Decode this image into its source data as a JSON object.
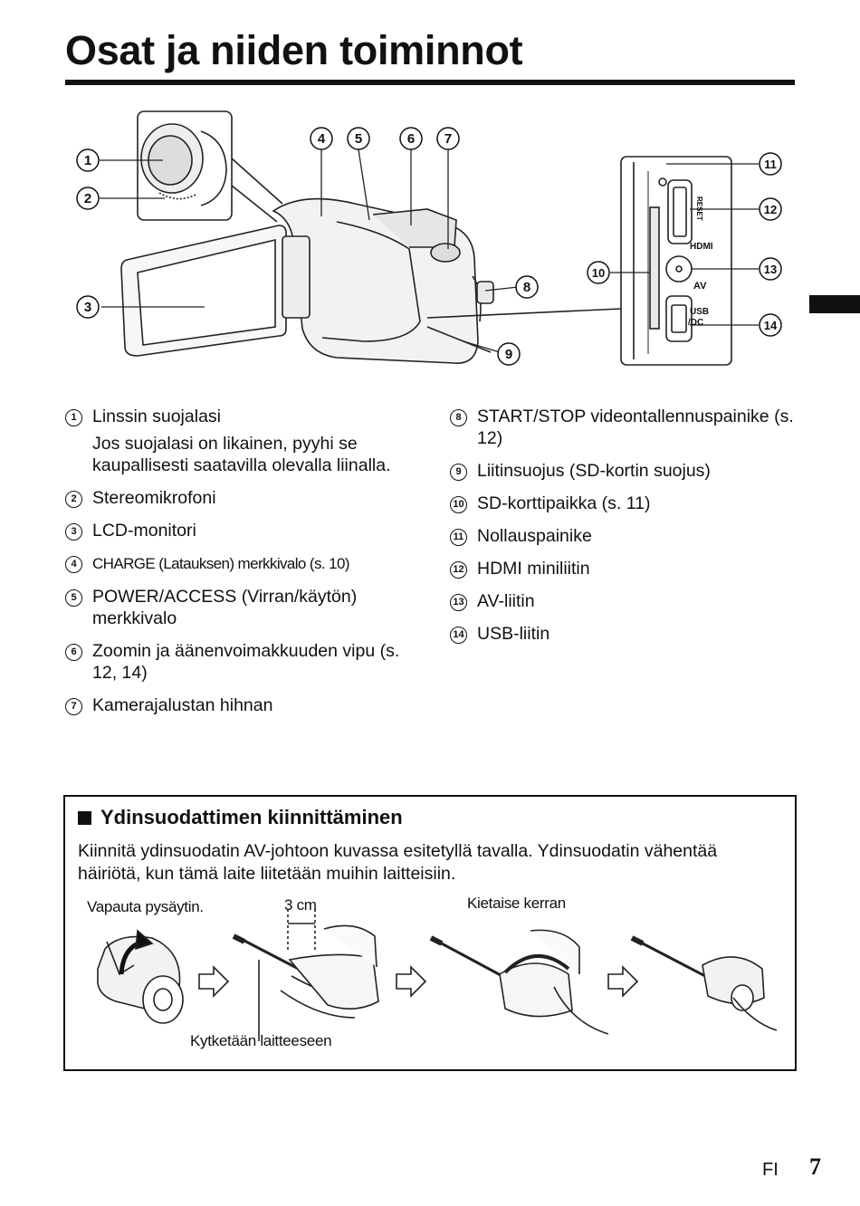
{
  "page": {
    "title": "Osat ja niiden toiminnot",
    "language": "FI",
    "number": "7"
  },
  "diagram": {
    "callouts": [
      "1",
      "2",
      "3",
      "4",
      "5",
      "6",
      "7",
      "8",
      "9",
      "10",
      "11",
      "12",
      "13",
      "14"
    ],
    "panel_labels": {
      "reset": "RESET",
      "hdmi": "HDMI",
      "av": "AV",
      "usb": "USB",
      "dc": "/DC"
    }
  },
  "parts_left": [
    {
      "num": "1",
      "label": "Linssin suojalasi",
      "note": "Jos suojalasi on likainen, pyyhi se kaupallisesti saatavilla olevalla liinalla."
    },
    {
      "num": "2",
      "label": "Stereomikrofoni"
    },
    {
      "num": "3",
      "label": "LCD-monitori"
    },
    {
      "num": "4",
      "label": "CHARGE (Latauksen) merkkivalo (s. 10)"
    },
    {
      "num": "5",
      "label": "POWER/ACCESS (Virran/käytön) merkkivalo"
    },
    {
      "num": "6",
      "label": "Zoomin ja äänenvoimakkuuden vipu (s. 12, 14)"
    },
    {
      "num": "7",
      "label": "Kamerajalustan hihnan"
    }
  ],
  "parts_right": [
    {
      "num": "8",
      "label": "START/STOP videontallennuspainike (s. 12)"
    },
    {
      "num": "9",
      "label": "Liitinsuojus (SD-kortin suojus)"
    },
    {
      "num": "10",
      "label": "SD-korttipaikka (s. 11)"
    },
    {
      "num": "11",
      "label": "Nollauspainike"
    },
    {
      "num": "12",
      "label": "HDMI miniliitin"
    },
    {
      "num": "13",
      "label": "AV-liitin"
    },
    {
      "num": "14",
      "label": "USB-liitin"
    }
  ],
  "core_filter": {
    "heading": "Ydinsuodattimen kiinnittäminen",
    "text": "Kiinnitä ydinsuodatin AV-johtoon kuvassa esitetyllä tavalla. Ydinsuodatin vähentää häiriötä, kun tämä laite liitetään muihin laitteisiin.",
    "labels": {
      "release": "Vapauta pysäytin.",
      "distance": "3 cm",
      "wrap": "Kietaise kerran",
      "connect": "Kytketään laitteeseen"
    }
  }
}
